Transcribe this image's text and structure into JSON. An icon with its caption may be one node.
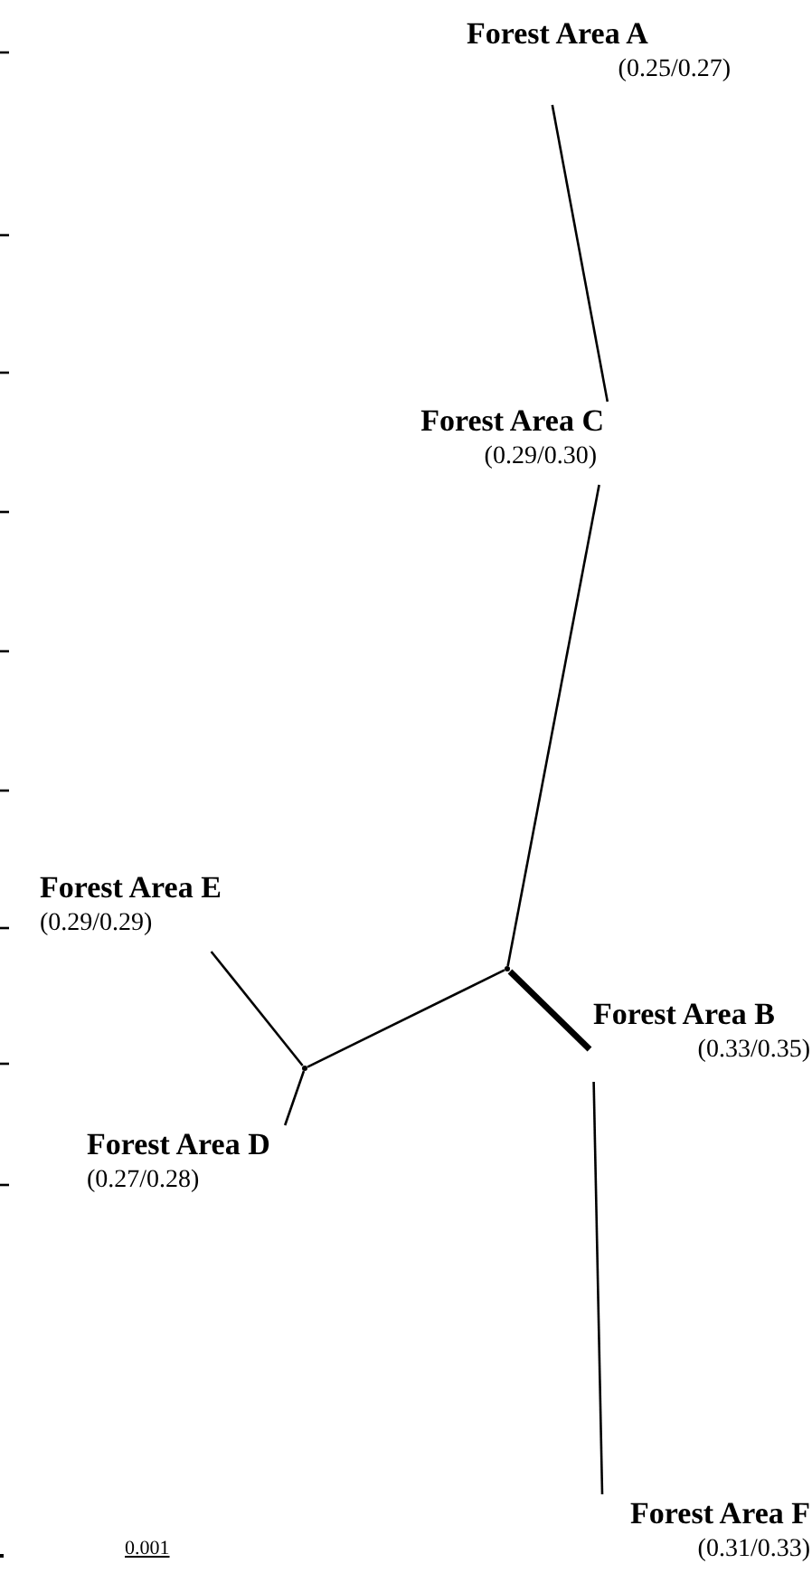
{
  "diagram": {
    "nodes": [
      {
        "text": [
          "Forest Area A",
          "(0.25/0.27)"
        ]
      },
      {
        "text": [
          "Forest Area C",
          "(0.29/0.30)"
        ]
      },
      {
        "text": [
          "Forest Area E",
          "(0.29/0.29)"
        ]
      },
      {
        "text": [
          "Forest Area B",
          "(0.33/0.35)"
        ]
      },
      {
        "text": [
          "Forest Area D",
          "(0.27/0.28)"
        ]
      },
      {
        "text": [
          "Forest Area F",
          "(0.31/0.33)"
        ]
      },
      {
        "text": [],
        "shape": "point"
      },
      {
        "text": [],
        "shape": "point"
      }
    ],
    "edges": [
      {
        "from": 0,
        "to": 1,
        "arrow": "none"
      },
      {
        "from": 1,
        "to": 6,
        "arrow": "none"
      },
      {
        "from": 6,
        "to": 7,
        "arrow": "none"
      },
      {
        "from": 7,
        "to": 2,
        "arrow": "none"
      },
      {
        "from": 7,
        "to": 4,
        "arrow": "none"
      },
      {
        "from": 6,
        "to": 3,
        "arrow": "none",
        "style": "thick"
      },
      {
        "from": 3,
        "to": 5,
        "arrow": "none"
      }
    ],
    "labels": [
      "0.001"
    ]
  }
}
